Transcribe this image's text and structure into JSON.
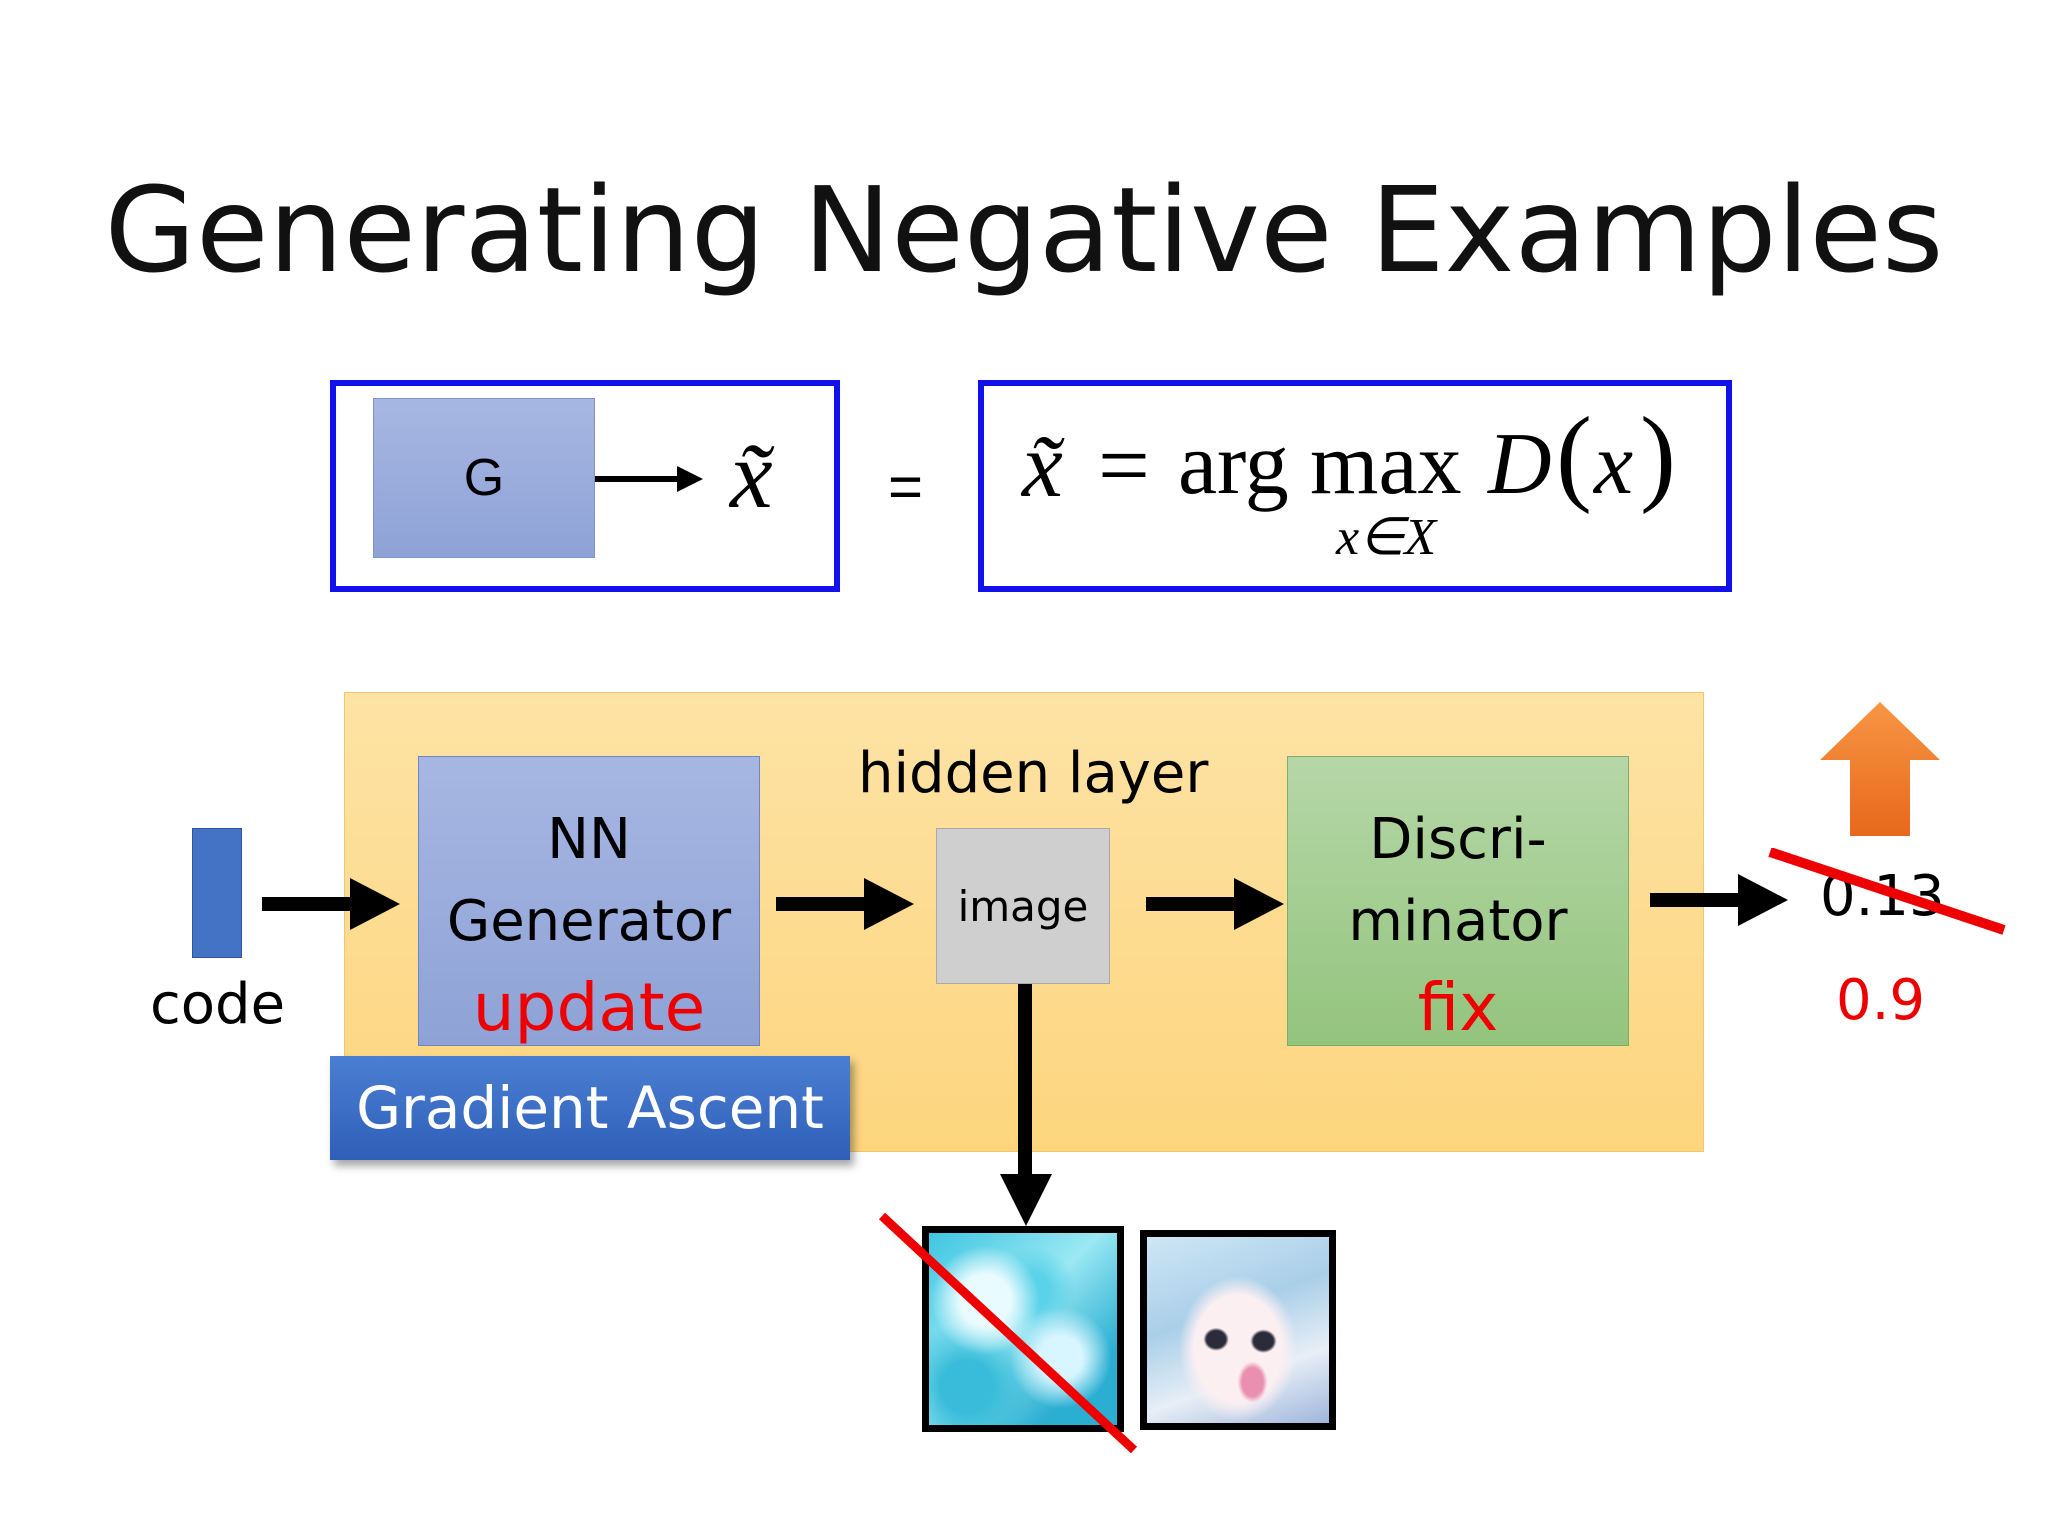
{
  "title": "Generating Negative Examples",
  "formula": {
    "g_label": "G",
    "x_tilde": "x̃",
    "equals": "=",
    "rhs_lhs": "x̃",
    "rhs_eq": "=",
    "arg": "arg",
    "max": "max",
    "subscript": "x∈X",
    "d_func": "D",
    "d_arg": "x"
  },
  "diagram": {
    "code_label": "code",
    "generator_line1": "NN",
    "generator_line2": "Generator",
    "generator_status": "update",
    "hidden_label": "hidden layer",
    "image_label": "image",
    "discriminator_line1": "Discri-",
    "discriminator_line2": "minator",
    "discriminator_status": "fix",
    "score_old": "0.13",
    "score_new": "0.9",
    "gradient_label": "Gradient Ascent"
  },
  "colors": {
    "blue_border": "#1111ee",
    "red": "#ee0000",
    "orange_arrow": "#f47b20"
  }
}
